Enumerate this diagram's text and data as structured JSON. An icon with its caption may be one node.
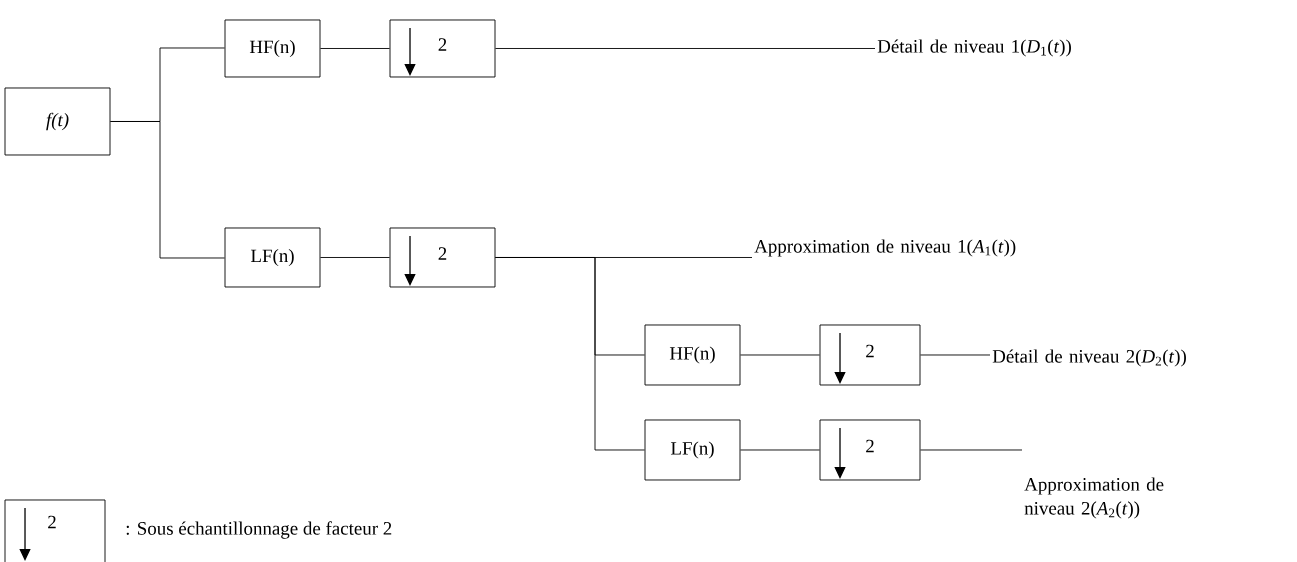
{
  "diagram": {
    "nodes": [
      {
        "text": [
          "f(t)"
        ]
      },
      {
        "text": [
          "HF(n)"
        ]
      },
      {
        "text": [
          "2"
        ]
      },
      {
        "text": [
          "Détail de niveau 1(*D*$_{1}$(*t*))"
        ]
      },
      {
        "text": [
          "LF(n)"
        ]
      },
      {
        "text": [
          "2"
        ]
      },
      {
        "text": [
          "Approximation de niveau 1(*A*$_{1}$(*t*))"
        ]
      },
      {
        "text": [
          "HF(n)"
        ]
      },
      {
        "text": [
          "2"
        ]
      },
      {
        "text": [
          "Détail de niveau 2(*D*$_{2}$(*t*))"
        ]
      },
      {
        "text": [
          "LF(n)"
        ]
      },
      {
        "text": [
          "2"
        ]
      },
      {
        "text": [
          "Approximation de niveau 2(*A*$_{2}$(*t*))"
        ]
      }
    ],
    "edges": [
      {
        "from": 0,
        "to": 1,
        "arrow": "none"
      },
      {
        "from": 0,
        "to": 4,
        "arrow": "none"
      },
      {
        "from": 1,
        "to": 2,
        "arrow": "none"
      },
      {
        "from": 2,
        "to": 3,
        "arrow": "none"
      },
      {
        "from": 4,
        "to": 5,
        "arrow": "none"
      },
      {
        "from": 5,
        "to": 6,
        "arrow": "none"
      },
      {
        "from": 5,
        "to": 7,
        "arrow": "none"
      },
      {
        "from": 5,
        "to": 10,
        "arrow": "none"
      },
      {
        "from": 7,
        "to": 8,
        "arrow": "none"
      },
      {
        "from": 8,
        "to": 9,
        "arrow": "none"
      },
      {
        "from": 10,
        "to": 11,
        "arrow": "none"
      },
      {
        "from": 11,
        "to": 12,
        "arrow": "none"
      }
    ],
    "labels": [
      "2"
    ],
    "legend": [
      {
        "text": ": Sous échantillonnage de facteur 2"
      }
    ]
  }
}
